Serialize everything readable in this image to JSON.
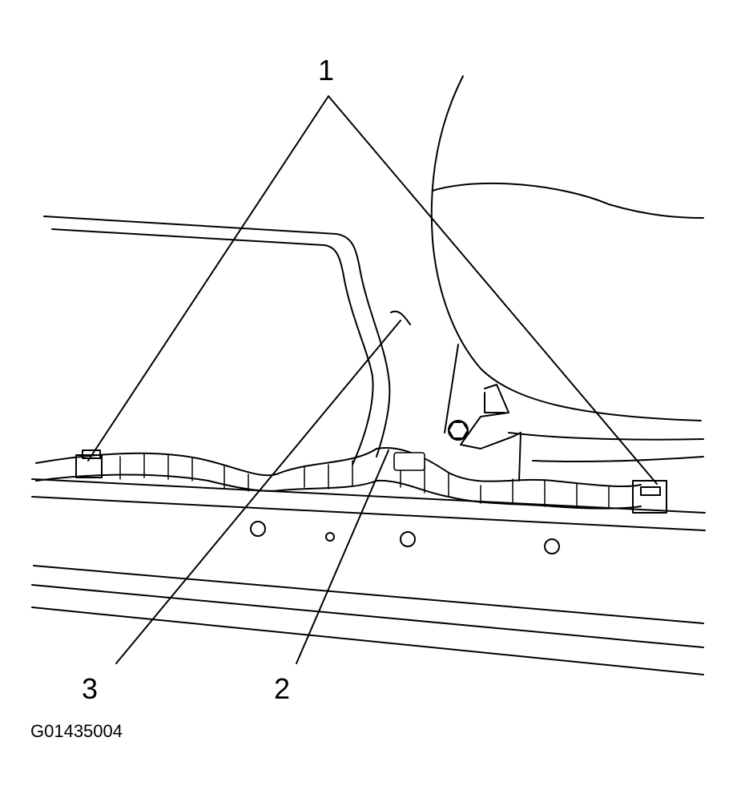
{
  "figure": {
    "id_label": "G01435004",
    "line_color": "#000000",
    "background": "#ffffff"
  },
  "callouts": [
    {
      "number": "1"
    },
    {
      "number": "2"
    },
    {
      "number": "3"
    }
  ]
}
